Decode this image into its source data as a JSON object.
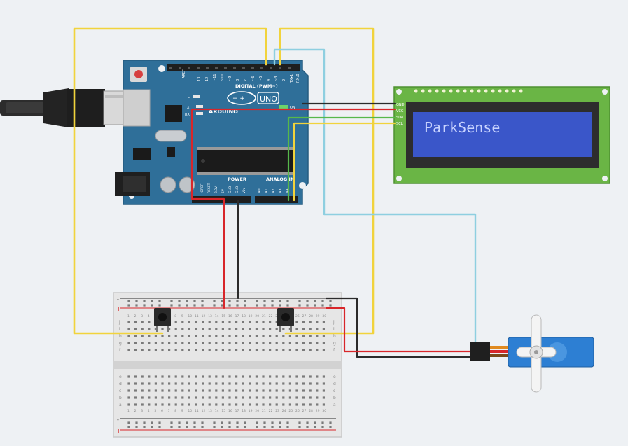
{
  "colors": {
    "background": "#eef1f4",
    "arduino_board": "#2f6f99",
    "lcd_frame": "#6ab545",
    "lcd_screen": "#3a56c9",
    "lcd_text": "#c9d4ff",
    "wire_yellow": "#f1d33c",
    "wire_red": "#d8262a",
    "wire_black": "#2b2b2b",
    "wire_blue": "#8ecfe0",
    "wire_green": "#57b84a",
    "servo_body": "#2d7fd3"
  },
  "arduino": {
    "brand": "ARDUINO",
    "model": "UNO",
    "digital_header_label": "DIGITAL (PWM~)",
    "aref_label": "AREF",
    "digital_pins": [
      "13",
      "12",
      "~11",
      "~10",
      "~9",
      "8",
      "7",
      "~6",
      "~5",
      "4",
      "~3",
      "2",
      "TX▸1",
      "RX◂0"
    ],
    "tx_led": "TX",
    "rx_led": "RX",
    "l_led": "L",
    "on_label": "ON",
    "power_header_label": "POWER",
    "analog_header_label": "ANALOG IN",
    "power_pins": [
      "IOREF",
      "RESET",
      "3.3V",
      "5V",
      "GND",
      "GND",
      "Vin"
    ],
    "analog_pins": [
      "A0",
      "A1",
      "A2",
      "A3",
      "A4",
      "A5"
    ]
  },
  "lcd": {
    "display_text": "ParkSense",
    "pins": [
      "GND",
      "VCC",
      "SDA",
      "SCL"
    ]
  },
  "breadboard": {
    "rail_plus": "+",
    "rail_minus": "-",
    "row_letters_top": [
      "j",
      "i",
      "h",
      "g",
      "f"
    ],
    "row_letters_bottom": [
      "e",
      "d",
      "c",
      "b",
      "a"
    ],
    "column_numbers": [
      "1",
      "2",
      "3",
      "4",
      "5",
      "6",
      "7",
      "8",
      "9",
      "10",
      "11",
      "12",
      "13",
      "14",
      "15",
      "16",
      "17",
      "18",
      "19",
      "20",
      "21",
      "22",
      "23",
      "24",
      "25",
      "26",
      "27",
      "28",
      "29",
      "30"
    ]
  },
  "components": {
    "button_left": "pushbutton",
    "button_right": "pushbutton",
    "servo": "servo-motor",
    "usb": "usb-cable"
  }
}
